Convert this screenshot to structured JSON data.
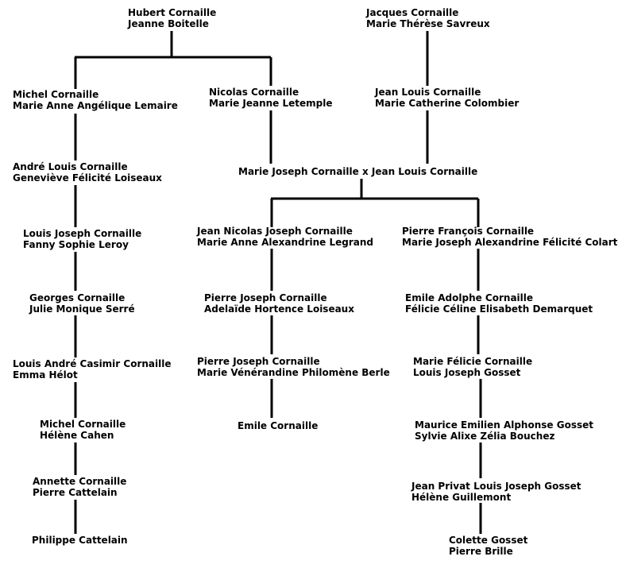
{
  "colors": {
    "background": "#ffffff",
    "text": "#000000",
    "lines": "#000000"
  },
  "tree": {
    "couples": {
      "hubert_jeanne": [
        "Hubert Cornaille",
        "Jeanne Boitelle"
      ],
      "jacques_marie": [
        "Jacques Cornaille",
        "Marie Thérèse Savreux"
      ],
      "michel_marie": [
        "Michel Cornaille",
        "Marie Anne Angélique Lemaire"
      ],
      "nicolas_marie": [
        "Nicolas Cornaille",
        "Marie Jeanne Letemple"
      ],
      "jean_louis_marie": [
        "Jean Louis Cornaille",
        "Marie Catherine Colombier"
      ],
      "andre_genevieve": [
        "André Louis Cornaille",
        "Geneviève Félicité Loiseaux"
      ],
      "marie_joseph_jean_louis": [
        "Marie Joseph Cornaille x Jean Louis Cornaille"
      ],
      "louis_joseph_fanny": [
        "Louis Joseph Cornaille",
        "Fanny Sophie Leroy"
      ],
      "jean_nicolas_marie": [
        "Jean Nicolas Joseph Cornaille",
        "Marie Anne Alexandrine Legrand"
      ],
      "pierre_francois_marie": [
        "Pierre François Cornaille",
        "Marie Joseph Alexandrine Félicité Colart"
      ],
      "georges_julie": [
        "Georges Cornaille",
        "Julie Monique Serré"
      ],
      "pierre_joseph_adelaide": [
        "Pierre Joseph Cornaille",
        "Adelaïde Hortence Loiseaux"
      ],
      "emile_adolphe_felicie": [
        "Emile Adolphe Cornaille",
        "Félicie Céline Elisabeth Demarquet"
      ],
      "louis_andre_emma": [
        "Louis André Casimir Cornaille",
        "Emma Hélot"
      ],
      "pierre_joseph_marie": [
        "Pierre Joseph Cornaille",
        "Marie Vénérandine Philomène Berle"
      ],
      "marie_felicie_louis": [
        "Marie Félicie Cornaille",
        "Louis Joseph Gosset"
      ],
      "michel_helene": [
        "Michel Cornaille",
        "Hélène Cahen"
      ],
      "emile": [
        "Emile Cornaille"
      ],
      "maurice_sylvie": [
        "Maurice Emilien Alphonse Gosset",
        "Sylvie Alixe Zélia Bouchez"
      ],
      "annette_pierre": [
        "Annette Cornaille",
        "Pierre Cattelain"
      ],
      "jean_privat_helene": [
        "Jean Privat Louis Joseph Gosset",
        "Hélène Guillemont"
      ],
      "philippe": [
        "Philippe Cattelain"
      ],
      "colette_pierre": [
        "Colette Gosset",
        "Pierre Brille"
      ]
    },
    "links": [
      [
        "hubert_jeanne",
        "michel_marie"
      ],
      [
        "hubert_jeanne",
        "nicolas_marie"
      ],
      [
        "jacques_marie",
        "jean_louis_marie"
      ],
      [
        "michel_marie",
        "andre_genevieve"
      ],
      [
        "andre_genevieve",
        "louis_joseph_fanny"
      ],
      [
        "louis_joseph_fanny",
        "georges_julie"
      ],
      [
        "georges_julie",
        "louis_andre_emma"
      ],
      [
        "louis_andre_emma",
        "michel_helene"
      ],
      [
        "michel_helene",
        "annette_pierre"
      ],
      [
        "annette_pierre",
        "philippe"
      ],
      [
        "nicolas_marie",
        "marie_joseph_jean_louis"
      ],
      [
        "jean_louis_marie",
        "marie_joseph_jean_louis"
      ],
      [
        "marie_joseph_jean_louis",
        "jean_nicolas_marie"
      ],
      [
        "marie_joseph_jean_louis",
        "pierre_francois_marie"
      ],
      [
        "jean_nicolas_marie",
        "pierre_joseph_adelaide"
      ],
      [
        "pierre_joseph_adelaide",
        "pierre_joseph_marie"
      ],
      [
        "pierre_joseph_marie",
        "emile"
      ],
      [
        "pierre_francois_marie",
        "emile_adolphe_felicie"
      ],
      [
        "emile_adolphe_felicie",
        "marie_felicie_louis"
      ],
      [
        "marie_felicie_louis",
        "maurice_sylvie"
      ],
      [
        "maurice_sylvie",
        "jean_privat_helene"
      ],
      [
        "jean_privat_helene",
        "colette_pierre"
      ]
    ]
  }
}
